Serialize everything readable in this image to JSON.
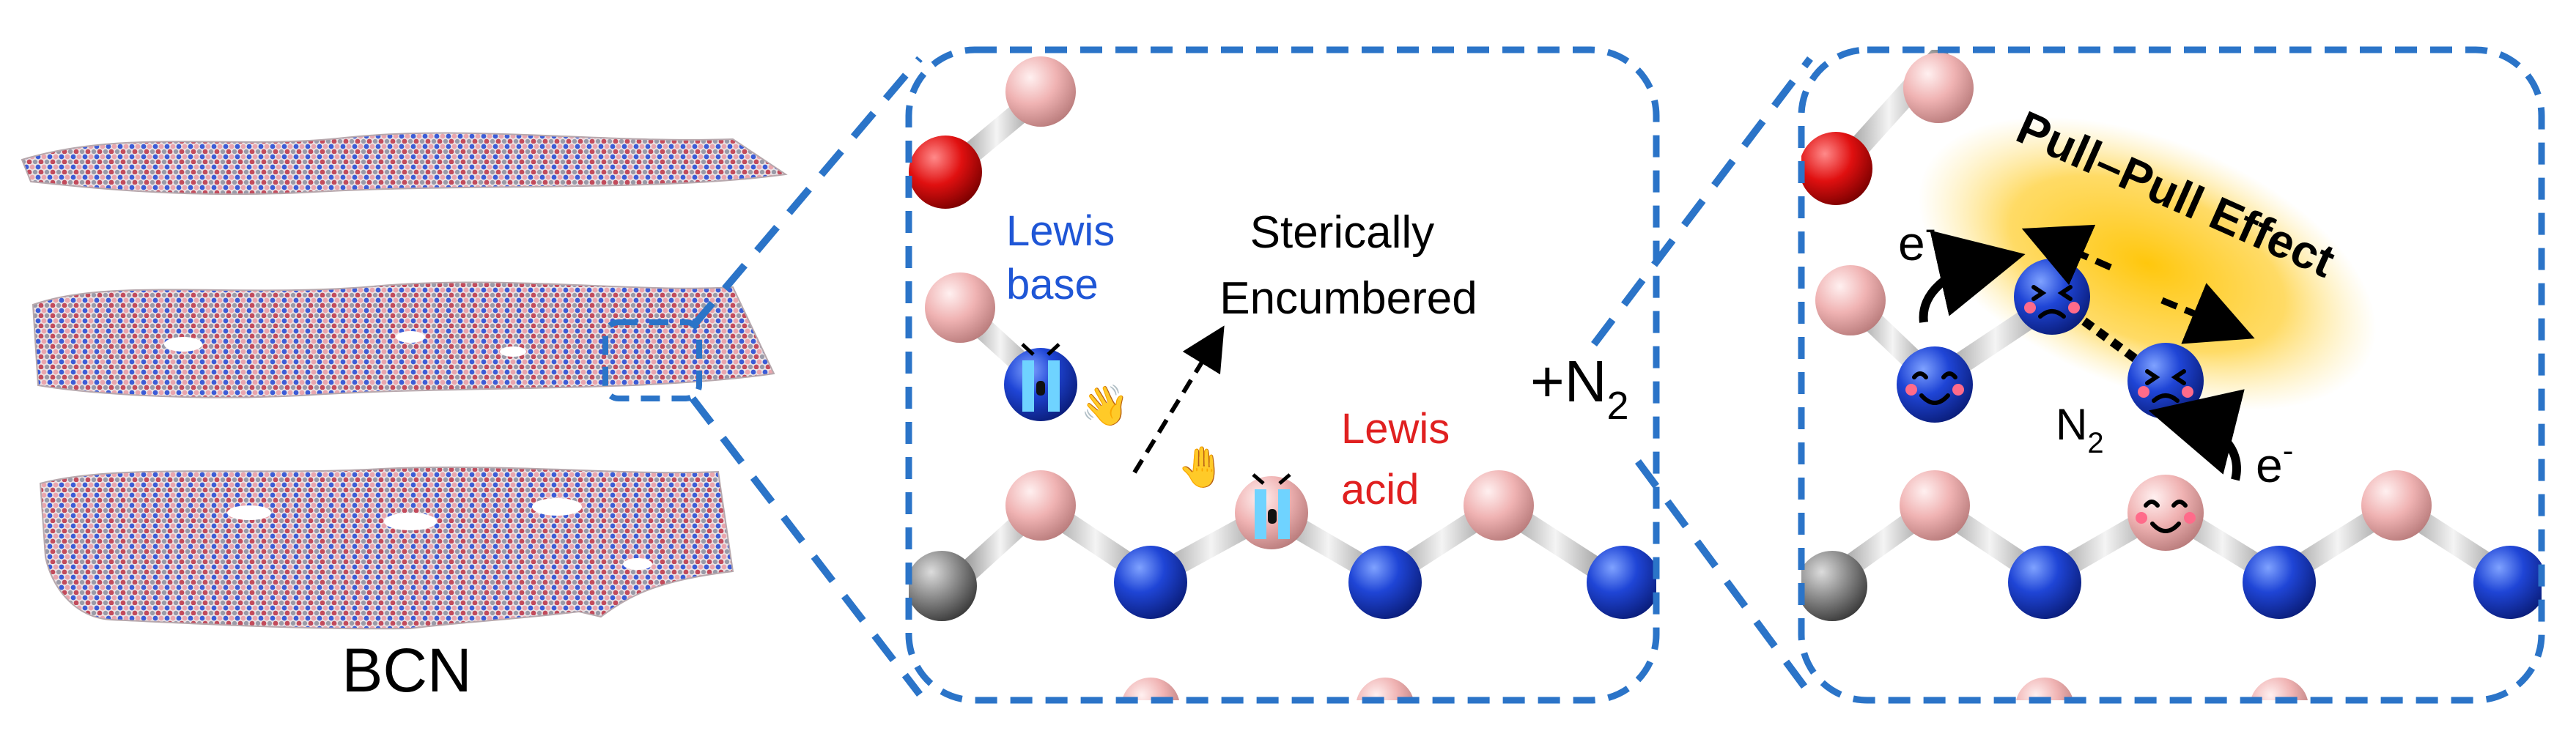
{
  "left_panel": {
    "label": "BCN"
  },
  "middle_panel": {
    "lewis_base": [
      "Lewis",
      "base"
    ],
    "steric": [
      "Sterically",
      "Encumbered"
    ],
    "lewis_acid": [
      "Lewis",
      "acid"
    ]
  },
  "reaction": {
    "plus": "+N",
    "sub": "2"
  },
  "right_panel": {
    "effect": "Pull–Pull Effect",
    "electron": "e",
    "electron_sup": "-",
    "n2": "N",
    "n2_sub": "2"
  },
  "colors": {
    "frame": "#2b74c8",
    "nitrogen": "#1f45d6",
    "boron": "#f0b3b3",
    "oxygen": "#e01010",
    "carbon": "#8a8a8a",
    "bond": "#c8c8c8",
    "lewis_base_text": "#1f56d6",
    "lewis_acid_text": "#e02020",
    "glow": "#ffc400"
  }
}
